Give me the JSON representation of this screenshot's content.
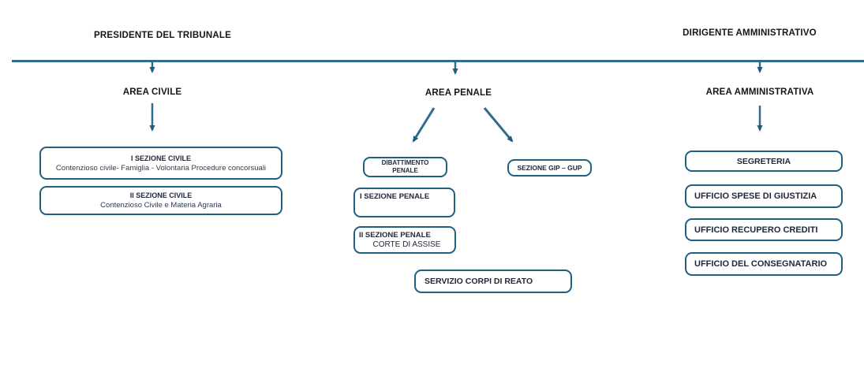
{
  "diagram": {
    "top_roles": {
      "president": "PRESIDENTE DEL TRIBUNALE",
      "director": "DIRIGENTE AMMINISTRATIVO"
    },
    "areas": {
      "civil": "AREA CIVILE",
      "penal": "AREA PENALE",
      "administrative": "AREA AMMINISTRATIVA"
    },
    "civil_boxes": [
      {
        "title": "I SEZIONE CIVILE",
        "subtitle": "Contenzioso civile- Famiglia - Volontaria Procedure concorsuali"
      },
      {
        "title": "II SEZIONE CIVILE",
        "subtitle": "Contenzioso Civile e Materia Agraria"
      }
    ],
    "penal_boxes": {
      "dibattimento_line1": "DIBATTIMENTO",
      "dibattimento_line2": "PENALE",
      "gip": "SEZIONE GIP – GUP",
      "sezione1": "I SEZIONE PENALE",
      "sezione2_title": "II SEZIONE PENALE",
      "sezione2_subtitle": "CORTE DI ASSISE",
      "servizio": "SERVIZIO CORPI DI REATO"
    },
    "admin_boxes": [
      {
        "title": "SEGRETERIA"
      },
      {
        "title": "UFFICIO SPESE DI GIUSTIZIA"
      },
      {
        "title": "UFFICIO RECUPERO CREDITI"
      },
      {
        "title": "UFFICIO DEL CONSEGNATARIO"
      }
    ],
    "colors": {
      "connector_line": "#2e6d8e",
      "arrowhead": "#1d5c7e",
      "box_border": "#1f5f7f",
      "heading_text": "#15151d",
      "box_text": "#20293a"
    }
  }
}
